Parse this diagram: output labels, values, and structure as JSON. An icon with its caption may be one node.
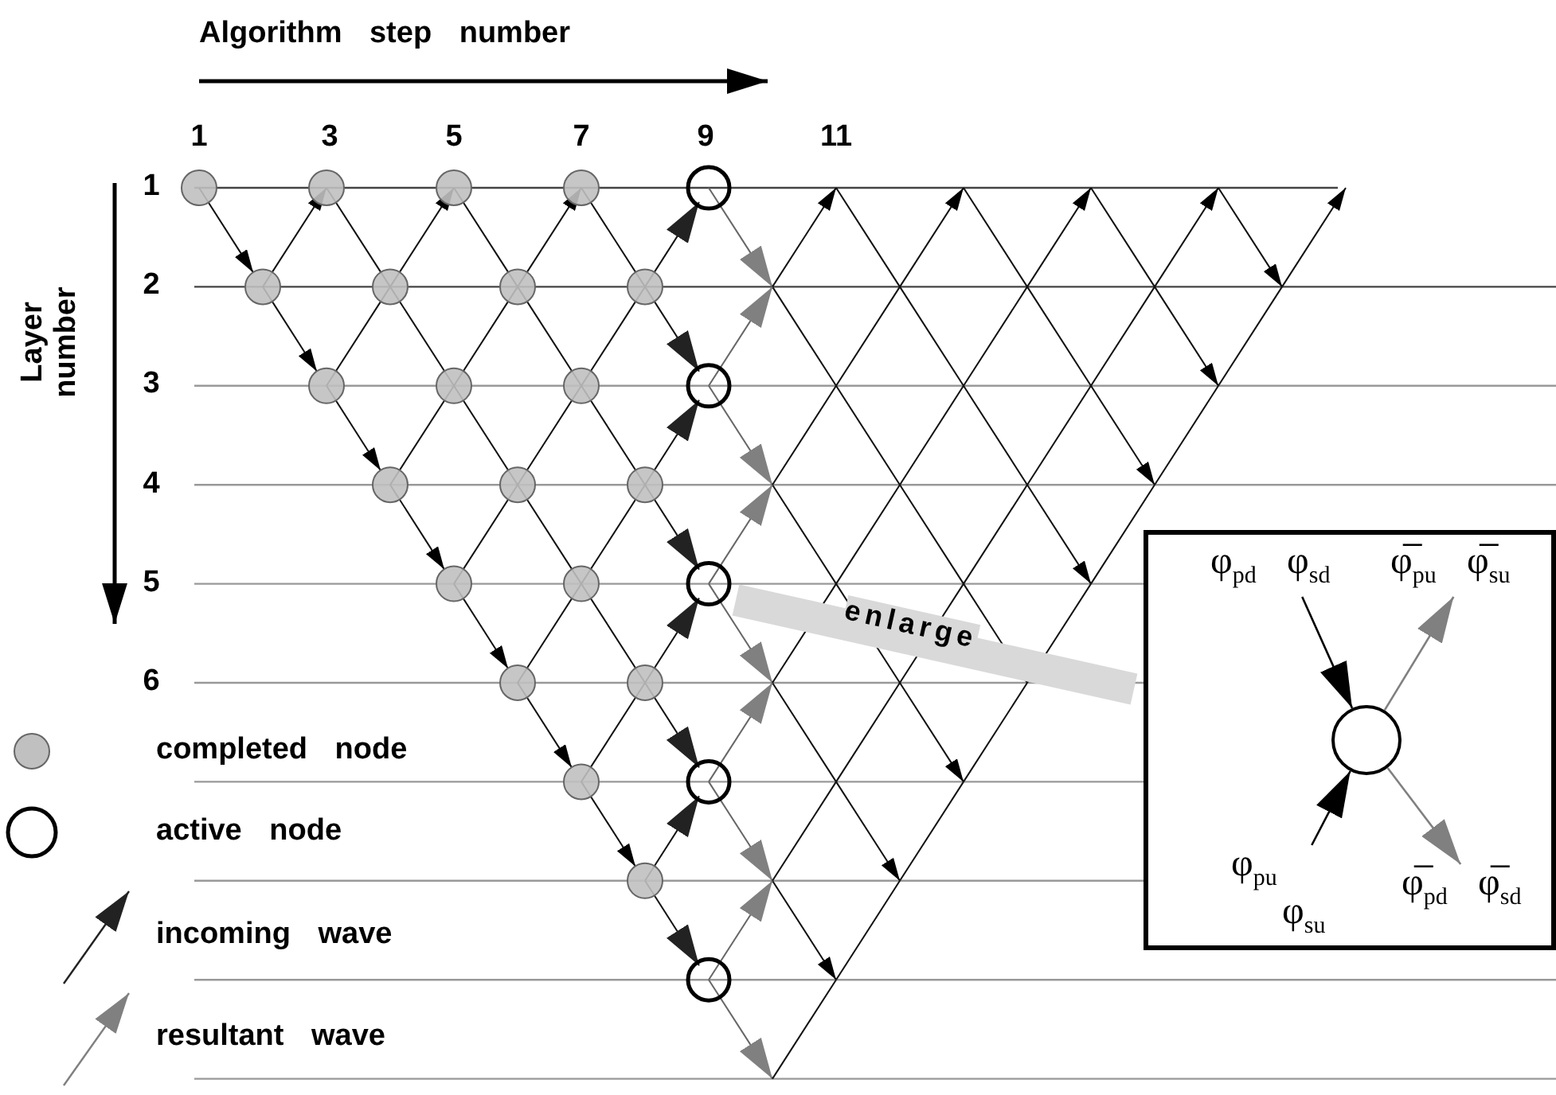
{
  "diagram": {
    "nodes": [
      {
        "text": [],
        "shape": "box"
      },
      {
        "text": [
          "φ$_{pd}$",
          "φ$_{sd}$"
        ],
        "in": 0
      },
      {
        "text": [
          "φ̅$_{pu}$",
          "φ̅$_{su}$"
        ],
        "in": 0
      },
      {
        "text": [],
        "shape": "circle",
        "in": 0
      },
      {
        "text": [
          "φ$_{pu}$",
          "φ$_{su}$"
        ],
        "in": 0
      },
      {
        "text": [
          "φ̅$_{pd}$",
          "φ̅$_{sd}$"
        ],
        "in": 0
      }
    ],
    "edges": [
      {
        "from": null,
        "to": 0,
        "arrow": "to",
        "label": "enlarge",
        "style": "thick",
        "color": "#d9d9d9"
      },
      {
        "from": 1,
        "to": 3,
        "arrow": "to"
      },
      {
        "from": 3,
        "to": 2,
        "arrow": "to",
        "color": "#808080"
      },
      {
        "from": 4,
        "to": 3,
        "arrow": "to"
      },
      {
        "from": 3,
        "to": 5,
        "arrow": "to",
        "color": "#808080"
      }
    ],
    "labels": [
      "Algorithm step number",
      "1",
      "3",
      "5",
      "7",
      "9",
      "11",
      "Layer number",
      "1",
      "2",
      "3",
      "4",
      "5",
      "6"
    ],
    "legend": [
      {
        "text": "completed node"
      },
      {
        "text": "active node"
      },
      {
        "text": "incoming wave"
      },
      {
        "text": "resultant wave"
      }
    ]
  }
}
